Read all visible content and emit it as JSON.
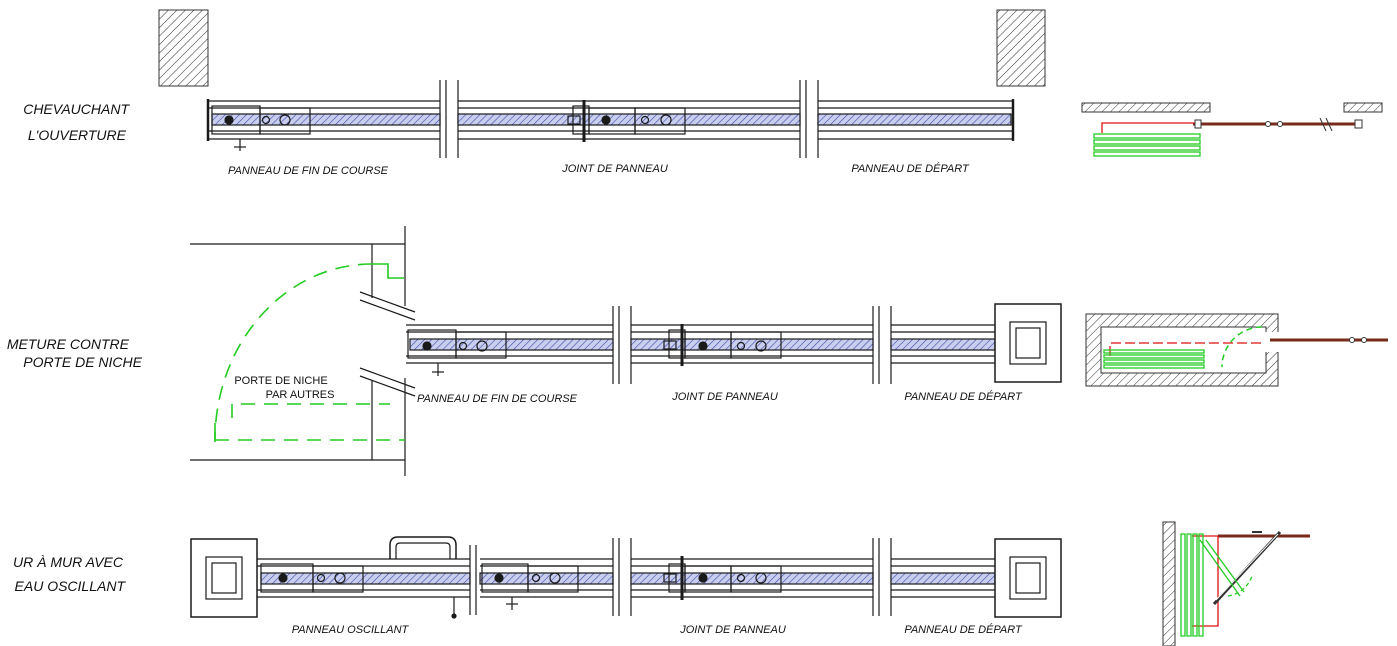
{
  "rows": [
    {
      "side_label": [
        "CHEVAUCHANT",
        "L'OUVERTURE"
      ],
      "panels": [
        "PANNEAU DE FIN DE COURSE",
        "JOINT DE PANNEAU",
        "PANNEAU DE DÉPART"
      ]
    },
    {
      "side_label": [
        "METURE CONTRE",
        "PORTE DE NICHE"
      ],
      "note": [
        "PORTE DE NICHE",
        "PAR AUTRES"
      ],
      "panels": [
        "PANNEAU DE FIN DE COURSE",
        "JOINT DE PANNEAU",
        "PANNEAU DE DÉPART"
      ]
    },
    {
      "side_label": [
        "UR À MUR AVEC",
        "EAU OSCILLANT"
      ],
      "panels": [
        "PANNEAU OSCILLANT",
        "JOINT DE PANNEAU",
        "PANNEAU DE DÉPART"
      ]
    }
  ],
  "colors": {
    "line": "#1a1a1a",
    "hatch": "#3b4ba8",
    "panel_fill": "#c9ceef",
    "green": "#22cc22",
    "red": "#dd1111",
    "brown": "#7a2a1a"
  }
}
